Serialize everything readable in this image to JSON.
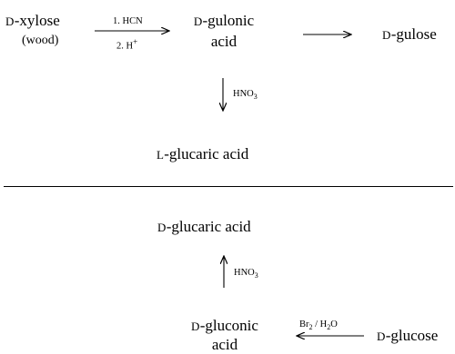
{
  "scheme_top": {
    "xylose": {
      "prefix": "D",
      "name": "-xylose",
      "source": "(wood)"
    },
    "step1": {
      "reagent_1": "1. HCN",
      "reagent_2": "2. H",
      "superscript": "+"
    },
    "gulonic": {
      "prefix": "D",
      "name": "-gulonic",
      "line2": "acid"
    },
    "gulose": {
      "prefix": "D",
      "name": "-gulose"
    },
    "step_down": {
      "reagent": "HNO",
      "subscript": "3"
    },
    "glucaric_L": {
      "prefix": "L",
      "name": "-glucaric acid"
    }
  },
  "scheme_bottom": {
    "glucaric_D": {
      "prefix": "D",
      "name": "-glucaric acid"
    },
    "step_up": {
      "reagent": "HNO",
      "subscript": "3"
    },
    "gluconic": {
      "prefix": "D",
      "name": "-gluconic",
      "line2": "acid"
    },
    "step_left": {
      "reagent_a": "Br",
      "sub_a": "2",
      "reagent_b": " / H",
      "sub_b": "2",
      "reagent_c": "O"
    },
    "glucose": {
      "prefix": "D",
      "name": "-glucose"
    }
  }
}
